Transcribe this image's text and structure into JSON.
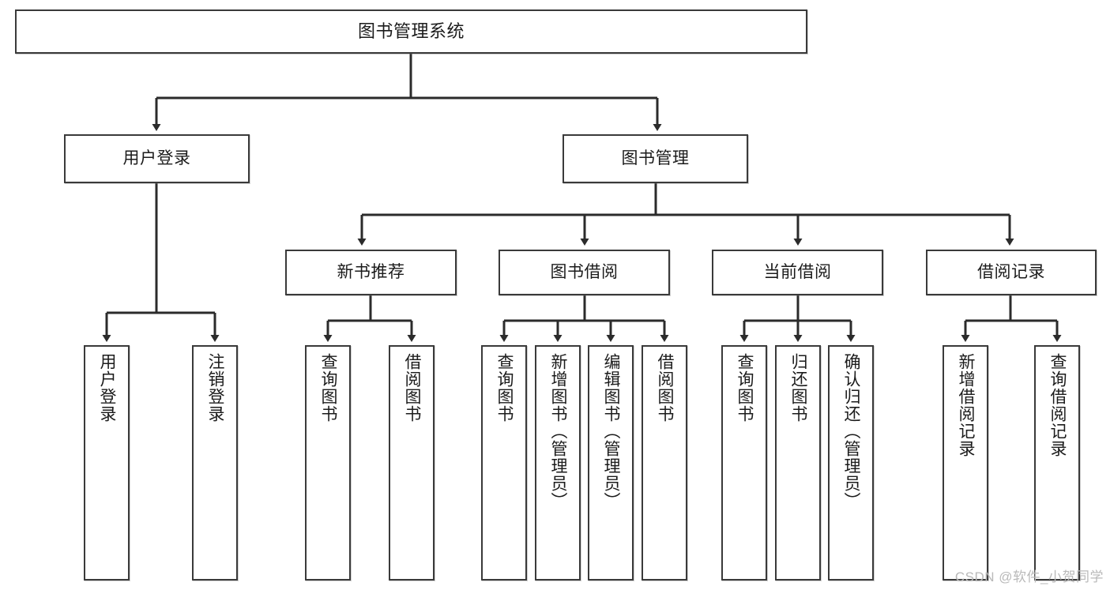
{
  "diagram": {
    "title": "图书管理系统",
    "type": "tree-hierarchy-diagram",
    "watermark": "CSDN @软件_小贺同学",
    "colors": {
      "box_border": "#3a3a3a",
      "box_fill": "#ffffff",
      "connector": "#2b2b2b",
      "text": "#1b1b1b",
      "watermark": "#b9b9b9"
    },
    "levels": {
      "level1": "系统",
      "level2": "模块",
      "level3": "子模块",
      "level4": "功能"
    }
  },
  "nodes": {
    "root": {
      "label": "图书管理系统"
    },
    "level2": [
      {
        "label": "用户登录"
      },
      {
        "label": "图书管理"
      }
    ],
    "level3": [
      {
        "label": "新书推荐"
      },
      {
        "label": "图书借阅"
      },
      {
        "label": "当前借阅"
      },
      {
        "label": "借阅记录"
      }
    ],
    "leaves": {
      "user_login": [
        {
          "label": "用户登录"
        },
        {
          "label": "注销登录"
        }
      ],
      "new_book_recommend": [
        {
          "label": "查询图书"
        },
        {
          "label": "借阅图书"
        }
      ],
      "book_borrow": [
        {
          "label": "查询图书"
        },
        {
          "label": "新增图书（管理员）"
        },
        {
          "label": "编辑图书（管理员）"
        },
        {
          "label": "借阅图书"
        }
      ],
      "current_borrow": [
        {
          "label": "查询图书"
        },
        {
          "label": "归还图书"
        },
        {
          "label": "确认归还（管理员）"
        }
      ],
      "borrow_record": [
        {
          "label": "新增借阅记录"
        },
        {
          "label": "查询借阅记录"
        }
      ]
    }
  }
}
